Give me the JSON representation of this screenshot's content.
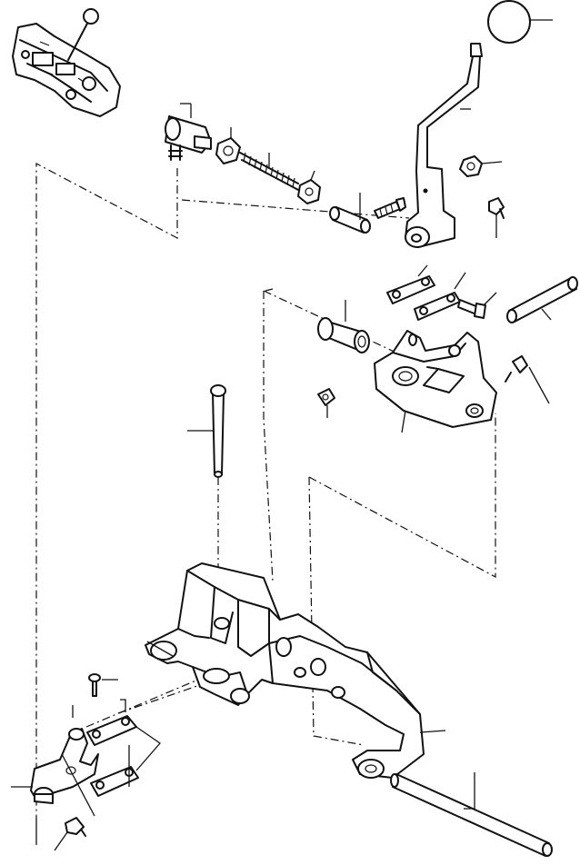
{
  "diagram": {
    "style": "exploded parts view, black line art on white",
    "ink_color": "#111111",
    "background_color": "#ffffff",
    "parts": [
      {
        "id": "control-valve-assembly-inset"
      },
      {
        "id": "shift-lever-knob"
      },
      {
        "id": "shift-lever"
      },
      {
        "id": "lever-nut"
      },
      {
        "id": "grease-fitting-upper"
      },
      {
        "id": "ball-joint-end"
      },
      {
        "id": "jam-nut"
      },
      {
        "id": "threaded-rod"
      },
      {
        "id": "rod-nut"
      },
      {
        "id": "clevis-pin-small"
      },
      {
        "id": "lever-bolt"
      },
      {
        "id": "link-plate-upper"
      },
      {
        "id": "link-plate-lower"
      },
      {
        "id": "link-bolt"
      },
      {
        "id": "pivot-shaft-upper"
      },
      {
        "id": "bushing"
      },
      {
        "id": "pivot-block"
      },
      {
        "id": "grease-fitting-right"
      },
      {
        "id": "set-screw"
      },
      {
        "id": "long-pin"
      },
      {
        "id": "main-bracket"
      },
      {
        "id": "pivot-shaft-lower"
      },
      {
        "id": "screw-small"
      },
      {
        "id": "strap-upper"
      },
      {
        "id": "strap-lower"
      },
      {
        "id": "bellcrank"
      },
      {
        "id": "grease-fitting-lower"
      }
    ]
  }
}
